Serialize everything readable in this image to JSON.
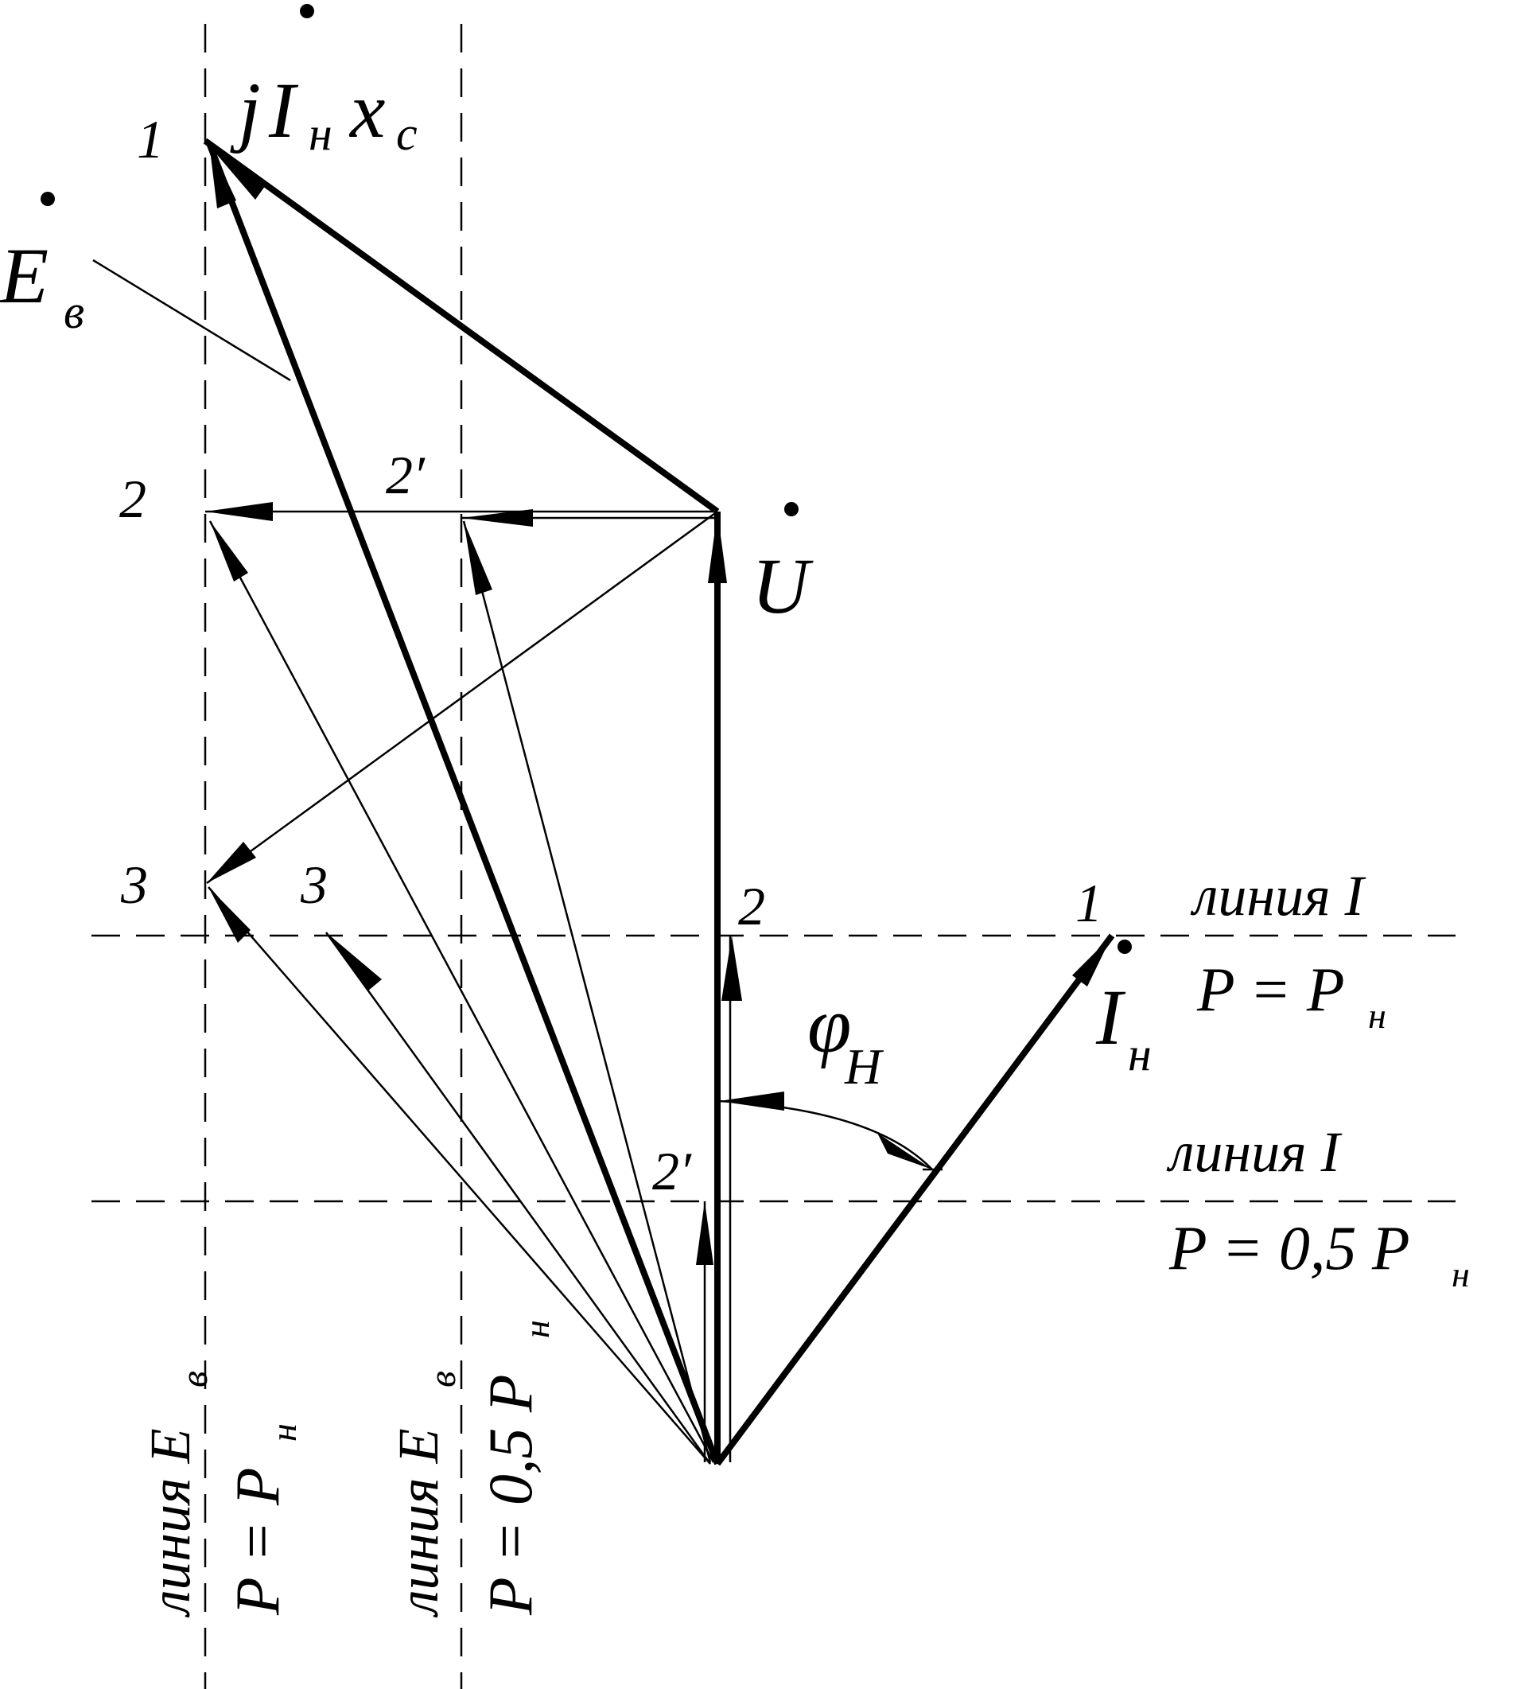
{
  "labels": {
    "point_1": "1",
    "point_2": "2",
    "point_2_prime": "2′",
    "point_3": "3",
    "u_point_2": "2",
    "u_point_2_prime": "2′",
    "i_point_1": "1",
    "e_point_3_inner": "3",
    "j": "j",
    "I": "I",
    "n_sub": "н",
    "x": "x",
    "c_sub": "c",
    "E": "E",
    "v_sub": "в",
    "U": "U",
    "phi": "φ",
    "H_sub": "Н",
    "line_I_a_title": "линия I",
    "line_I_a_eq": "P = P",
    "line_I_b_title": "линия I",
    "line_I_b_eq": "P = 0,5 P",
    "line_E1_title": "линия E",
    "line_E1_eq": "P = P",
    "line_E2_title": "линия E",
    "line_E2_eq": "P = 0,5 P"
  }
}
